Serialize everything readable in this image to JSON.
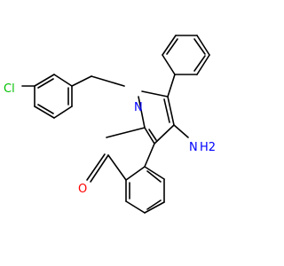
{
  "molecule": {
    "atoms": {
      "chlorine": "Cl",
      "pyrrole_nitrogen": "N",
      "amino_n": "N",
      "amino_h2": "H2",
      "aldehyde_oxygen": "O"
    },
    "colors": {
      "bond": "#000000",
      "nitrogen": "#0000ff",
      "oxygen": "#ff0000",
      "chlorine": "#00c000"
    }
  }
}
